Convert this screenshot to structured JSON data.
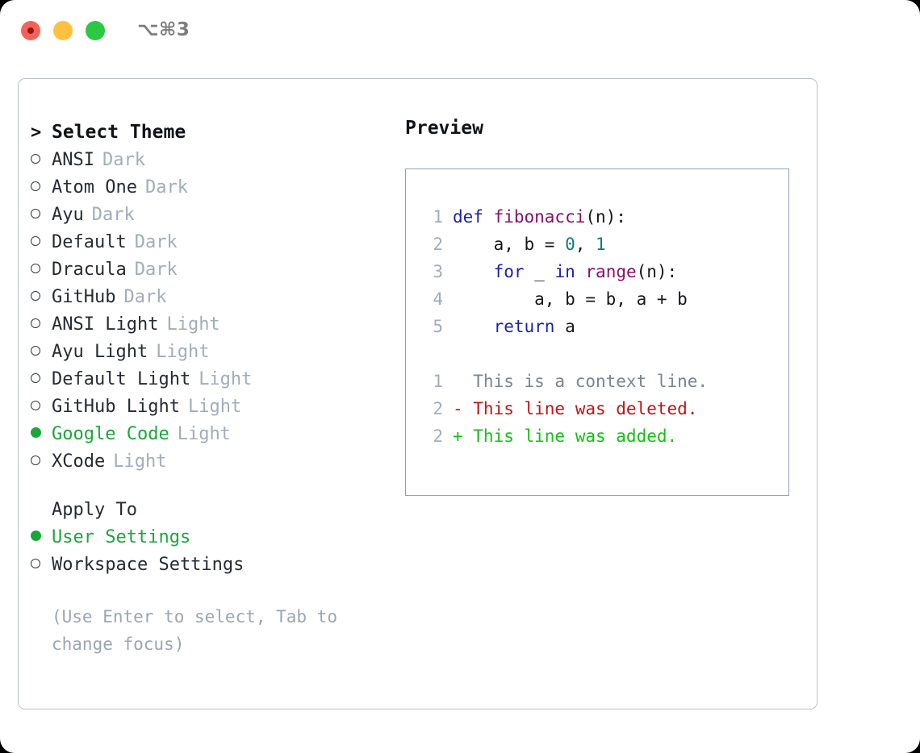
{
  "window": {
    "title": "⌥⌘3",
    "controls": [
      {
        "name": "close",
        "color": "#fc6058"
      },
      {
        "name": "minimize",
        "color": "#fec041"
      },
      {
        "name": "maximize",
        "color": "#2ac941"
      }
    ]
  },
  "theme_picker": {
    "header": {
      "marker": ">",
      "label": "Select Theme"
    },
    "options": [
      {
        "label": "ANSI",
        "suffix": "Dark",
        "selected": false
      },
      {
        "label": "Atom One",
        "suffix": "Dark",
        "selected": false
      },
      {
        "label": "Ayu",
        "suffix": "Dark",
        "selected": false
      },
      {
        "label": "Default",
        "suffix": "Dark",
        "selected": false
      },
      {
        "label": "Dracula",
        "suffix": "Dark",
        "selected": false
      },
      {
        "label": "GitHub",
        "suffix": "Dark",
        "selected": false
      },
      {
        "label": "ANSI Light",
        "suffix": "Light",
        "selected": false
      },
      {
        "label": "Ayu Light",
        "suffix": "Light",
        "selected": false
      },
      {
        "label": "Default Light",
        "suffix": "Light",
        "selected": false
      },
      {
        "label": "GitHub Light",
        "suffix": "Light",
        "selected": false
      },
      {
        "label": "Google Code",
        "suffix": "Light",
        "selected": true
      },
      {
        "label": "XCode",
        "suffix": "Light",
        "selected": false
      }
    ]
  },
  "apply_to": {
    "header": {
      "marker": "",
      "label": "Apply To"
    },
    "options": [
      {
        "label": "User Settings",
        "suffix": "",
        "selected": true
      },
      {
        "label": "Workspace Settings",
        "suffix": "",
        "selected": false
      }
    ]
  },
  "hint": "(Use Enter to select, Tab to change focus)",
  "preview": {
    "title": "Preview",
    "code_lines": [
      {
        "num": "1",
        "tokens": [
          {
            "t": "def ",
            "c": "kw"
          },
          {
            "t": "fibonacci",
            "c": "fn"
          },
          {
            "t": "(n):",
            "c": "txt"
          }
        ]
      },
      {
        "num": "2",
        "tokens": [
          {
            "t": "    a, b = ",
            "c": "txt"
          },
          {
            "t": "0",
            "c": "num"
          },
          {
            "t": ", ",
            "c": "txt"
          },
          {
            "t": "1",
            "c": "num"
          }
        ]
      },
      {
        "num": "3",
        "tokens": [
          {
            "t": "    ",
            "c": "txt"
          },
          {
            "t": "for",
            "c": "kw"
          },
          {
            "t": " _ ",
            "c": "txt"
          },
          {
            "t": "in",
            "c": "kw"
          },
          {
            "t": " ",
            "c": "txt"
          },
          {
            "t": "range",
            "c": "fn"
          },
          {
            "t": "(n):",
            "c": "txt"
          }
        ]
      },
      {
        "num": "4",
        "tokens": [
          {
            "t": "        a, b = b, a + b",
            "c": "txt"
          }
        ]
      },
      {
        "num": "5",
        "tokens": [
          {
            "t": "    ",
            "c": "txt"
          },
          {
            "t": "return",
            "c": "kw"
          },
          {
            "t": " a",
            "c": "txt"
          }
        ]
      }
    ],
    "diff_lines": [
      {
        "num": "1",
        "tokens": [
          {
            "t": "  This is a context line.",
            "c": "ctx"
          }
        ]
      },
      {
        "num": "2",
        "tokens": [
          {
            "t": "- This line was deleted.",
            "c": "del"
          }
        ]
      },
      {
        "num": "2",
        "tokens": [
          {
            "t": "+ This line was added.",
            "c": "add"
          }
        ]
      }
    ]
  },
  "colors": {
    "accent_green": "#18a83a",
    "muted": "#a3acbb",
    "keyword": "#1a23b0",
    "function": "#8a0f6b",
    "number": "#0d7d7d",
    "diff_deleted": "#c01414",
    "diff_added": "#14c014",
    "border": "#b9c0cc"
  }
}
